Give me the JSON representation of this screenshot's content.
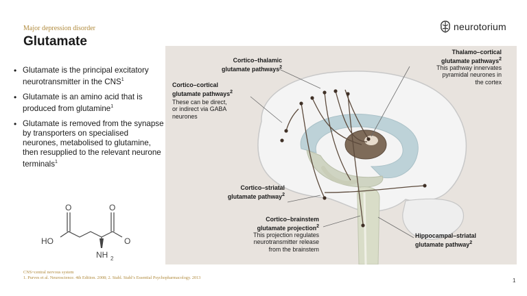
{
  "header": {
    "kicker": "Major depression disorder",
    "title": "Glutamate",
    "logo_text": "neurotorium"
  },
  "bullets": [
    {
      "text": "Glutamate is the principal excitatory neurotransmitter in the CNS",
      "ref": "1"
    },
    {
      "text": "Glutamate is an amino acid that is produced from glutamine",
      "ref": "1"
    },
    {
      "text": "Glutamate is removed from the synapse by transporters on specialised neurones, metabolised to glutamine, then resupplied to the relevant neurone terminals",
      "ref": "1"
    }
  ],
  "molecule": {
    "o_top_left": "O",
    "o_top_right": "O",
    "ho_left": "HO",
    "o_right": "O",
    "nh_label": "NH",
    "nh_sub": "2"
  },
  "pathways": {
    "cortico_thalamic": {
      "title_1": "Cortico–thalamic",
      "title_2": "glutamate pathways",
      "ref": "2"
    },
    "cortico_cortical": {
      "title_1": "Cortico–cortical",
      "title_2": "glutamate pathways",
      "ref": "2",
      "desc": [
        "These can be direct,",
        "or indirect via GABA",
        "neurones"
      ]
    },
    "thalamo_cortical": {
      "title_1": "Thalamo–cortical",
      "title_2": "glutamate pathways",
      "ref": "2",
      "desc": [
        "This pathway innervates",
        "pyramidal neurones in",
        "the cortex"
      ]
    },
    "cortico_striatal": {
      "title_1": "Cortico–striatal",
      "title_2": "glutamate pathway",
      "ref": "2"
    },
    "cortico_brainstem": {
      "title_1": "Cortico–brainstem",
      "title_2": "glutamate projection",
      "ref": "2",
      "desc": [
        "This projection regulates",
        "neurotransmitter release",
        "from the brainstem"
      ]
    },
    "hippocampal_striatal": {
      "title_1": "Hippocampal–striatal",
      "title_2": "glutamate pathway",
      "ref": "2"
    }
  },
  "footnote": {
    "line1": "CNS=central nervous system",
    "line2": "1. Purves et al. Neuroscience. 4th Edition. 2008; 2. Stahl. Stahl’s Essential Psychopharmacology. 2013"
  },
  "page_number": "1",
  "colors": {
    "accent": "#b08a3c",
    "panel": "#e8e3de",
    "brain": "#f3f3f3",
    "brainstem": "#d9ddc9",
    "ventricle": "#b9cfd6",
    "thalamus": "#7d6a58"
  }
}
